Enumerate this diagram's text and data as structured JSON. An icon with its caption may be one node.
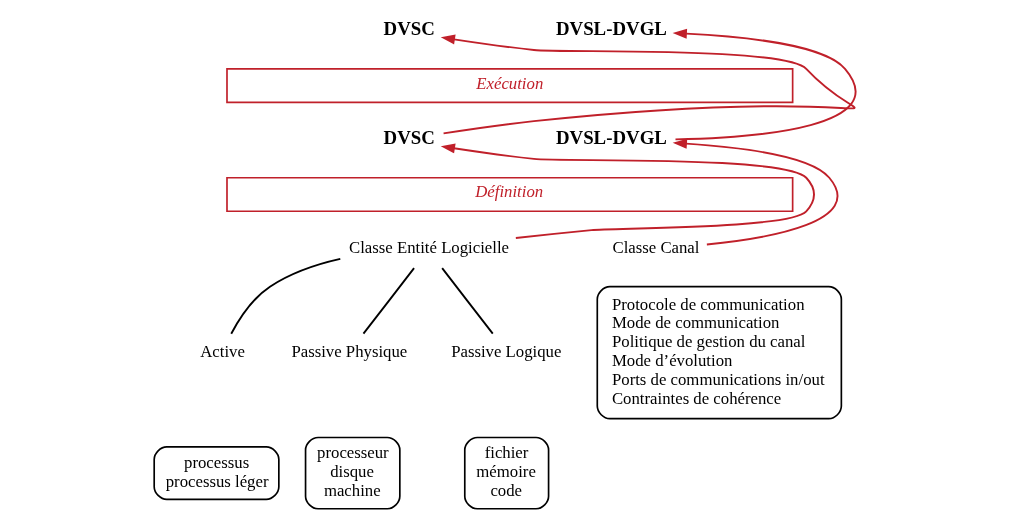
{
  "diagram": {
    "nodes": [
      {
        "text": [
          "DVSC"
        ]
      },
      {
        "text": [
          "DVSL-DVGL"
        ]
      },
      {
        "text": [
          "Exécution"
        ]
      },
      {
        "text": [
          "DVSC"
        ]
      },
      {
        "text": [
          "DVSL-DVGL"
        ]
      },
      {
        "text": [
          "Définition"
        ]
      },
      {
        "text": [
          "Classe Entité Logicielle"
        ]
      },
      {
        "text": [
          "Classe Canal"
        ]
      },
      {
        "text": [
          "Active"
        ]
      },
      {
        "text": [
          "Passive Physique"
        ]
      },
      {
        "text": [
          "Passive Logique"
        ]
      },
      {
        "text": [
          "processus",
          "processus léger"
        ]
      },
      {
        "text": [
          "processeur",
          "disque",
          "machine"
        ]
      },
      {
        "text": [
          "fichier",
          "mémoire",
          "code"
        ]
      },
      {
        "text": [
          "Protocole de communication",
          "Mode de communication",
          "Politique de gestion du canal",
          "Mode d’évolution",
          "Ports de communications in/out",
          "Contraintes de cohérence"
        ]
      }
    ],
    "edges": [
      {
        "from": 3,
        "to": 0,
        "arrow": "to",
        "color": "#c0202a"
      },
      {
        "from": 4,
        "to": 1,
        "arrow": "to",
        "color": "#c0202a"
      },
      {
        "from": 6,
        "to": 3,
        "arrow": "to",
        "color": "#c0202a"
      },
      {
        "from": 7,
        "to": 4,
        "arrow": "to",
        "color": "#c0202a"
      },
      {
        "from": 6,
        "to": 8,
        "arrow": "none",
        "color": "#000000"
      },
      {
        "from": 6,
        "to": 9,
        "arrow": "none",
        "color": "#000000"
      },
      {
        "from": 6,
        "to": 10,
        "arrow": "none",
        "color": "#000000"
      }
    ]
  }
}
